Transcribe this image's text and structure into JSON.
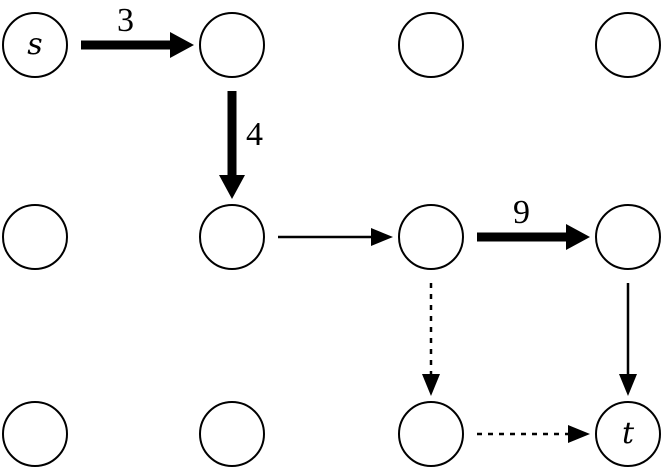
{
  "graph": {
    "grid": {
      "rows": 3,
      "cols": 4
    },
    "nodes": [
      {
        "id": "n00",
        "row": 0,
        "col": 0,
        "label": "s"
      },
      {
        "id": "n01",
        "row": 0,
        "col": 1,
        "label": ""
      },
      {
        "id": "n02",
        "row": 0,
        "col": 2,
        "label": ""
      },
      {
        "id": "n03",
        "row": 0,
        "col": 3,
        "label": ""
      },
      {
        "id": "n10",
        "row": 1,
        "col": 0,
        "label": ""
      },
      {
        "id": "n11",
        "row": 1,
        "col": 1,
        "label": ""
      },
      {
        "id": "n12",
        "row": 1,
        "col": 2,
        "label": ""
      },
      {
        "id": "n13",
        "row": 1,
        "col": 3,
        "label": ""
      },
      {
        "id": "n20",
        "row": 2,
        "col": 0,
        "label": ""
      },
      {
        "id": "n21",
        "row": 2,
        "col": 1,
        "label": ""
      },
      {
        "id": "n22",
        "row": 2,
        "col": 2,
        "label": ""
      },
      {
        "id": "n23",
        "row": 2,
        "col": 3,
        "label": "t"
      }
    ],
    "edges": [
      {
        "from": "n00",
        "to": "n01",
        "style": "thick",
        "label": "3"
      },
      {
        "from": "n01",
        "to": "n11",
        "style": "thick",
        "label": "4"
      },
      {
        "from": "n11",
        "to": "n12",
        "style": "thin",
        "label": ""
      },
      {
        "from": "n12",
        "to": "n13",
        "style": "thick",
        "label": "9"
      },
      {
        "from": "n13",
        "to": "n23",
        "style": "thin",
        "label": ""
      },
      {
        "from": "n12",
        "to": "n22",
        "style": "dashed",
        "label": ""
      },
      {
        "from": "n22",
        "to": "n23",
        "style": "dashed",
        "label": ""
      }
    ]
  }
}
